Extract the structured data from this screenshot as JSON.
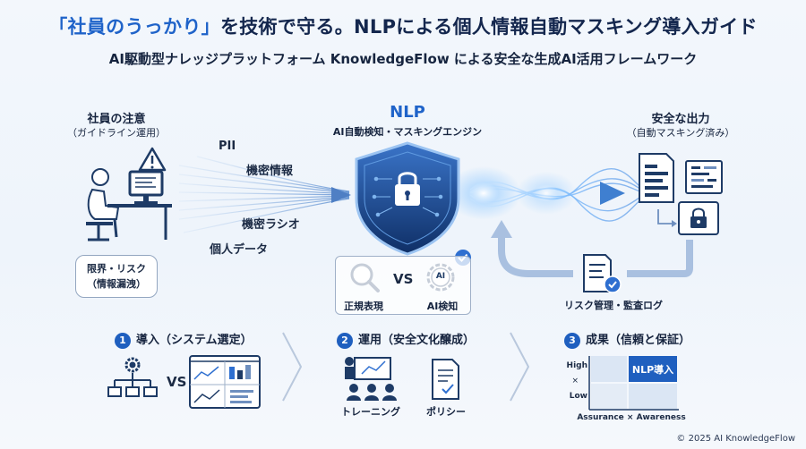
{
  "header": {
    "title_highlight": "「社員のうっかり」",
    "title_rest": "を技術で守る。NLPによる個人情報自動マスキング導入ガイド",
    "subtitle": "AI駆動型ナレッジプラットフォーム KnowledgeFlow による安全な生成AI活用フレームワーク"
  },
  "left": {
    "title": "社員の注意",
    "subtitle": "（ガイドライン運用）",
    "bubble_line1": "限界・リスク",
    "bubble_line2": "（情報漏洩）"
  },
  "flows": [
    "PII",
    "機密情報",
    "機密ラシオ",
    "個人データ"
  ],
  "center": {
    "title": "NLP",
    "subtitle": "AI自動検知・マスキングエンジン",
    "compare_left": "正規表現",
    "compare_vs": "VS",
    "compare_right": "AI検知",
    "ai_chip": "AI"
  },
  "right": {
    "title": "安全な出力",
    "subtitle": "（自動マスキング済み）",
    "risk_label": "リスク管理・監査ログ"
  },
  "steps": [
    {
      "num": "1",
      "title": "導入（システム選定）",
      "vs": "VS"
    },
    {
      "num": "2",
      "title": "運用（安全文化醸成）",
      "item1": "トレーニング",
      "item2": "ポリシー"
    },
    {
      "num": "3",
      "title": "成果（信頼と保証）"
    }
  ],
  "matrix": {
    "y_high": "High",
    "y_x": "×",
    "y_low": "Low",
    "cell": "NLP導入",
    "x_label": "Assurance × Awareness"
  },
  "footer": "© 2025 AI KnowledgeFlow",
  "colors": {
    "accent": "#1f63c9",
    "dark": "#16243f",
    "glow": "#6fb3ff"
  }
}
